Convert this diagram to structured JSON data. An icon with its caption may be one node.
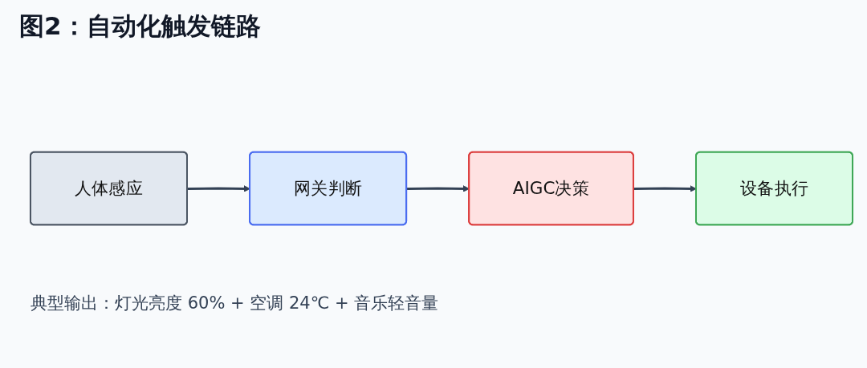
{
  "diagram": {
    "title": "图2：自动化触发链路",
    "nodes": [
      {
        "text": [
          "人体感应"
        ]
      },
      {
        "text": [
          "网关判断"
        ]
      },
      {
        "text": [
          "AIGC决策"
        ]
      },
      {
        "text": [
          "设备执行"
        ]
      }
    ],
    "edges": [
      {
        "from": 0,
        "to": 1,
        "arrow": "to"
      },
      {
        "from": 1,
        "to": 2,
        "arrow": "to"
      },
      {
        "from": 2,
        "to": 3,
        "arrow": "to"
      }
    ],
    "labels": [
      "典型输出：灯光亮度 60% + 空调 24℃ + 音乐轻音量"
    ]
  }
}
